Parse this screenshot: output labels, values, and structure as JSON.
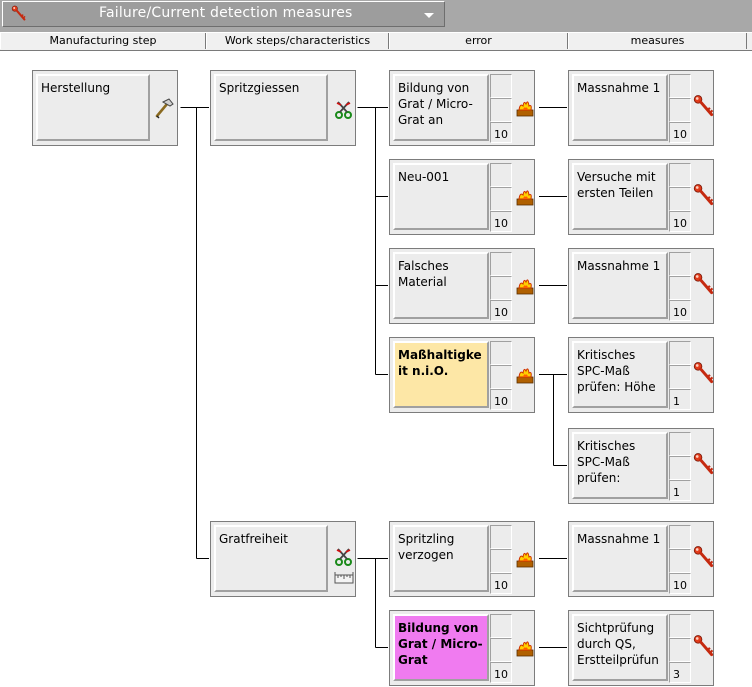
{
  "title_bar": {
    "title": "Failure/Current detection measures",
    "icon": "key-icon",
    "dropdown_icon": "chevron-down-icon"
  },
  "columns": [
    "Manufacturing step",
    "Work steps/characteristics",
    "error",
    "measures"
  ],
  "tree": {
    "manufacturing_step": {
      "label": "Herstellung",
      "icon": "hammer-icon"
    },
    "work_steps": [
      {
        "label": "Spritzgiessen",
        "icon": "scissors-icon"
      },
      {
        "label": "Gratfreiheit",
        "icon": "scissors-icon",
        "icon2": "ruler-icon"
      }
    ],
    "errors": [
      {
        "label": "Bildung von Grat / Micro-Grat an",
        "value": "10",
        "icon": "fire-icon",
        "style": "normal"
      },
      {
        "label": "Neu-001",
        "value": "10",
        "icon": "fire-icon",
        "style": "normal"
      },
      {
        "label": "Falsches Material",
        "value": "10",
        "icon": "fire-icon",
        "style": "normal"
      },
      {
        "label": "Maßhaltigkeit n.i.O.",
        "value": "10",
        "icon": "fire-icon",
        "style": "highlight-yellow"
      },
      {
        "label": "Spritzling verzogen",
        "value": "10",
        "icon": "fire-icon",
        "style": "normal"
      },
      {
        "label": "Bildung von Grat / Micro-Grat",
        "value": "10",
        "icon": "fire-icon",
        "style": "highlight-pink"
      }
    ],
    "measures": [
      {
        "label": "Massnahme 1",
        "value": "10",
        "icon": "key-icon"
      },
      {
        "label": "Versuche mit ersten Teilen",
        "value": "10",
        "icon": "key-icon"
      },
      {
        "label": "Massnahme 1",
        "value": "10",
        "icon": "key-icon"
      },
      {
        "label": "Kritisches SPC-Maß prüfen: Höhe",
        "value": "1",
        "icon": "key-icon"
      },
      {
        "label": "Kritisches SPC-Maß prüfen:",
        "value": "1",
        "icon": "key-icon"
      },
      {
        "label": "Massnahme 1",
        "value": "10",
        "icon": "key-icon"
      },
      {
        "label": "Sichtprüfung durch QS, Erstteilprüfun",
        "value": "3",
        "icon": "key-icon"
      }
    ]
  },
  "colors": {
    "title_bar_bg": "#a8a8a8",
    "node_bg": "#ececec",
    "highlight_yellow": "#fde7a6",
    "highlight_pink": "#f07bf0"
  }
}
